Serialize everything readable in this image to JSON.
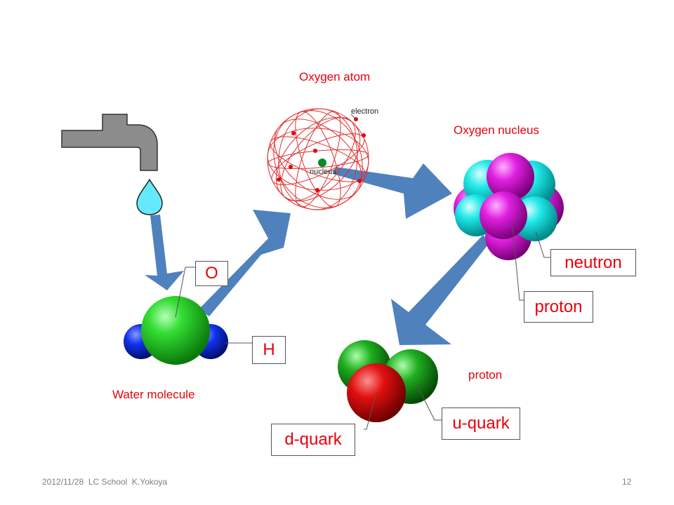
{
  "labels": {
    "oxygen_atom": "Oxygen atom",
    "electron": "electron",
    "nucleus": "nucleus",
    "oxygen_nucleus": "Oxygen nucleus",
    "water_molecule": "Water molecule",
    "proton_caption": "proton"
  },
  "boxes": {
    "o": "O",
    "h": "H",
    "neutron": "neutron",
    "proton": "proton",
    "u_quark": "u-quark",
    "d_quark": "d-quark"
  },
  "footer": {
    "left": "2012/11/28  LC School  K.Yokoya",
    "page_number": "12"
  },
  "colors": {
    "label_red": "#e8000b",
    "arrow_blue": "#4f81bd",
    "faucet_gray": "#8c8c8c",
    "drop_cyan": "#66e9ff",
    "oxygen_green": "#22cc22",
    "hydrogen_blue": "#1133ee",
    "proton_magenta": "#e020e0",
    "neutron_cyan": "#20e8e8",
    "quark_red": "#e01010",
    "quark_green": "#1fae1f"
  }
}
